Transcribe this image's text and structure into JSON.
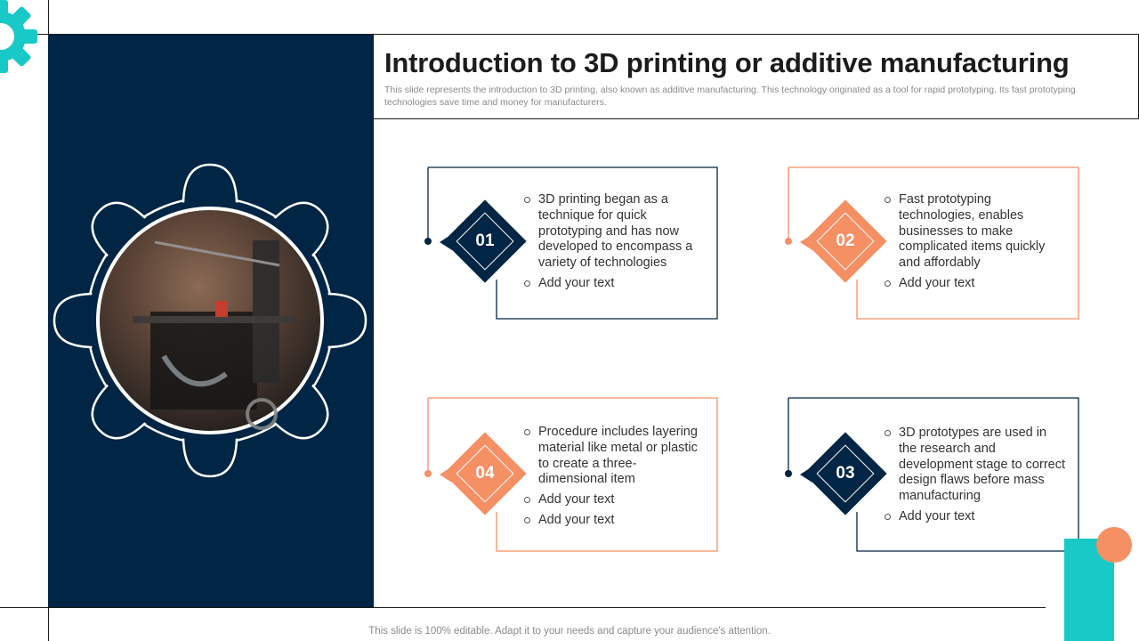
{
  "slide": {
    "title": "Introduction to 3D printing or additive manufacturing",
    "subtitle": "This slide represents the introduction to 3D printing, also known as additive manufacturing. This technology originated as a tool for rapid prototyping. Its fast prototyping technologies save time and money for manufacturers.",
    "footer": "This slide is 100% editable. Adapt it to your needs and capture your audience's attention."
  },
  "colors": {
    "navy": "#012544",
    "orange": "#f58f64",
    "teal": "#19c9c7"
  },
  "image": {
    "icon": "gear-frame-icon",
    "description_hidden": ""
  },
  "cards": [
    {
      "number": "01",
      "color": "navy",
      "bullets": [
        "3D printing began as a technique for quick prototyping and has now developed to encompass a variety of technologies",
        "Add your text"
      ]
    },
    {
      "number": "02",
      "color": "orange",
      "bullets": [
        "Fast prototyping technologies, enables businesses to make complicated items quickly and affordably",
        "Add your text"
      ]
    },
    {
      "number": "04",
      "color": "orange",
      "bullets": [
        "Procedure includes layering material like metal or plastic to create a three-dimensional item",
        "Add your text",
        "Add your text"
      ]
    },
    {
      "number": "03",
      "color": "navy",
      "bullets": [
        "3D prototypes are used in the research and development stage to correct design flaws before mass manufacturing",
        "Add your text"
      ]
    }
  ]
}
